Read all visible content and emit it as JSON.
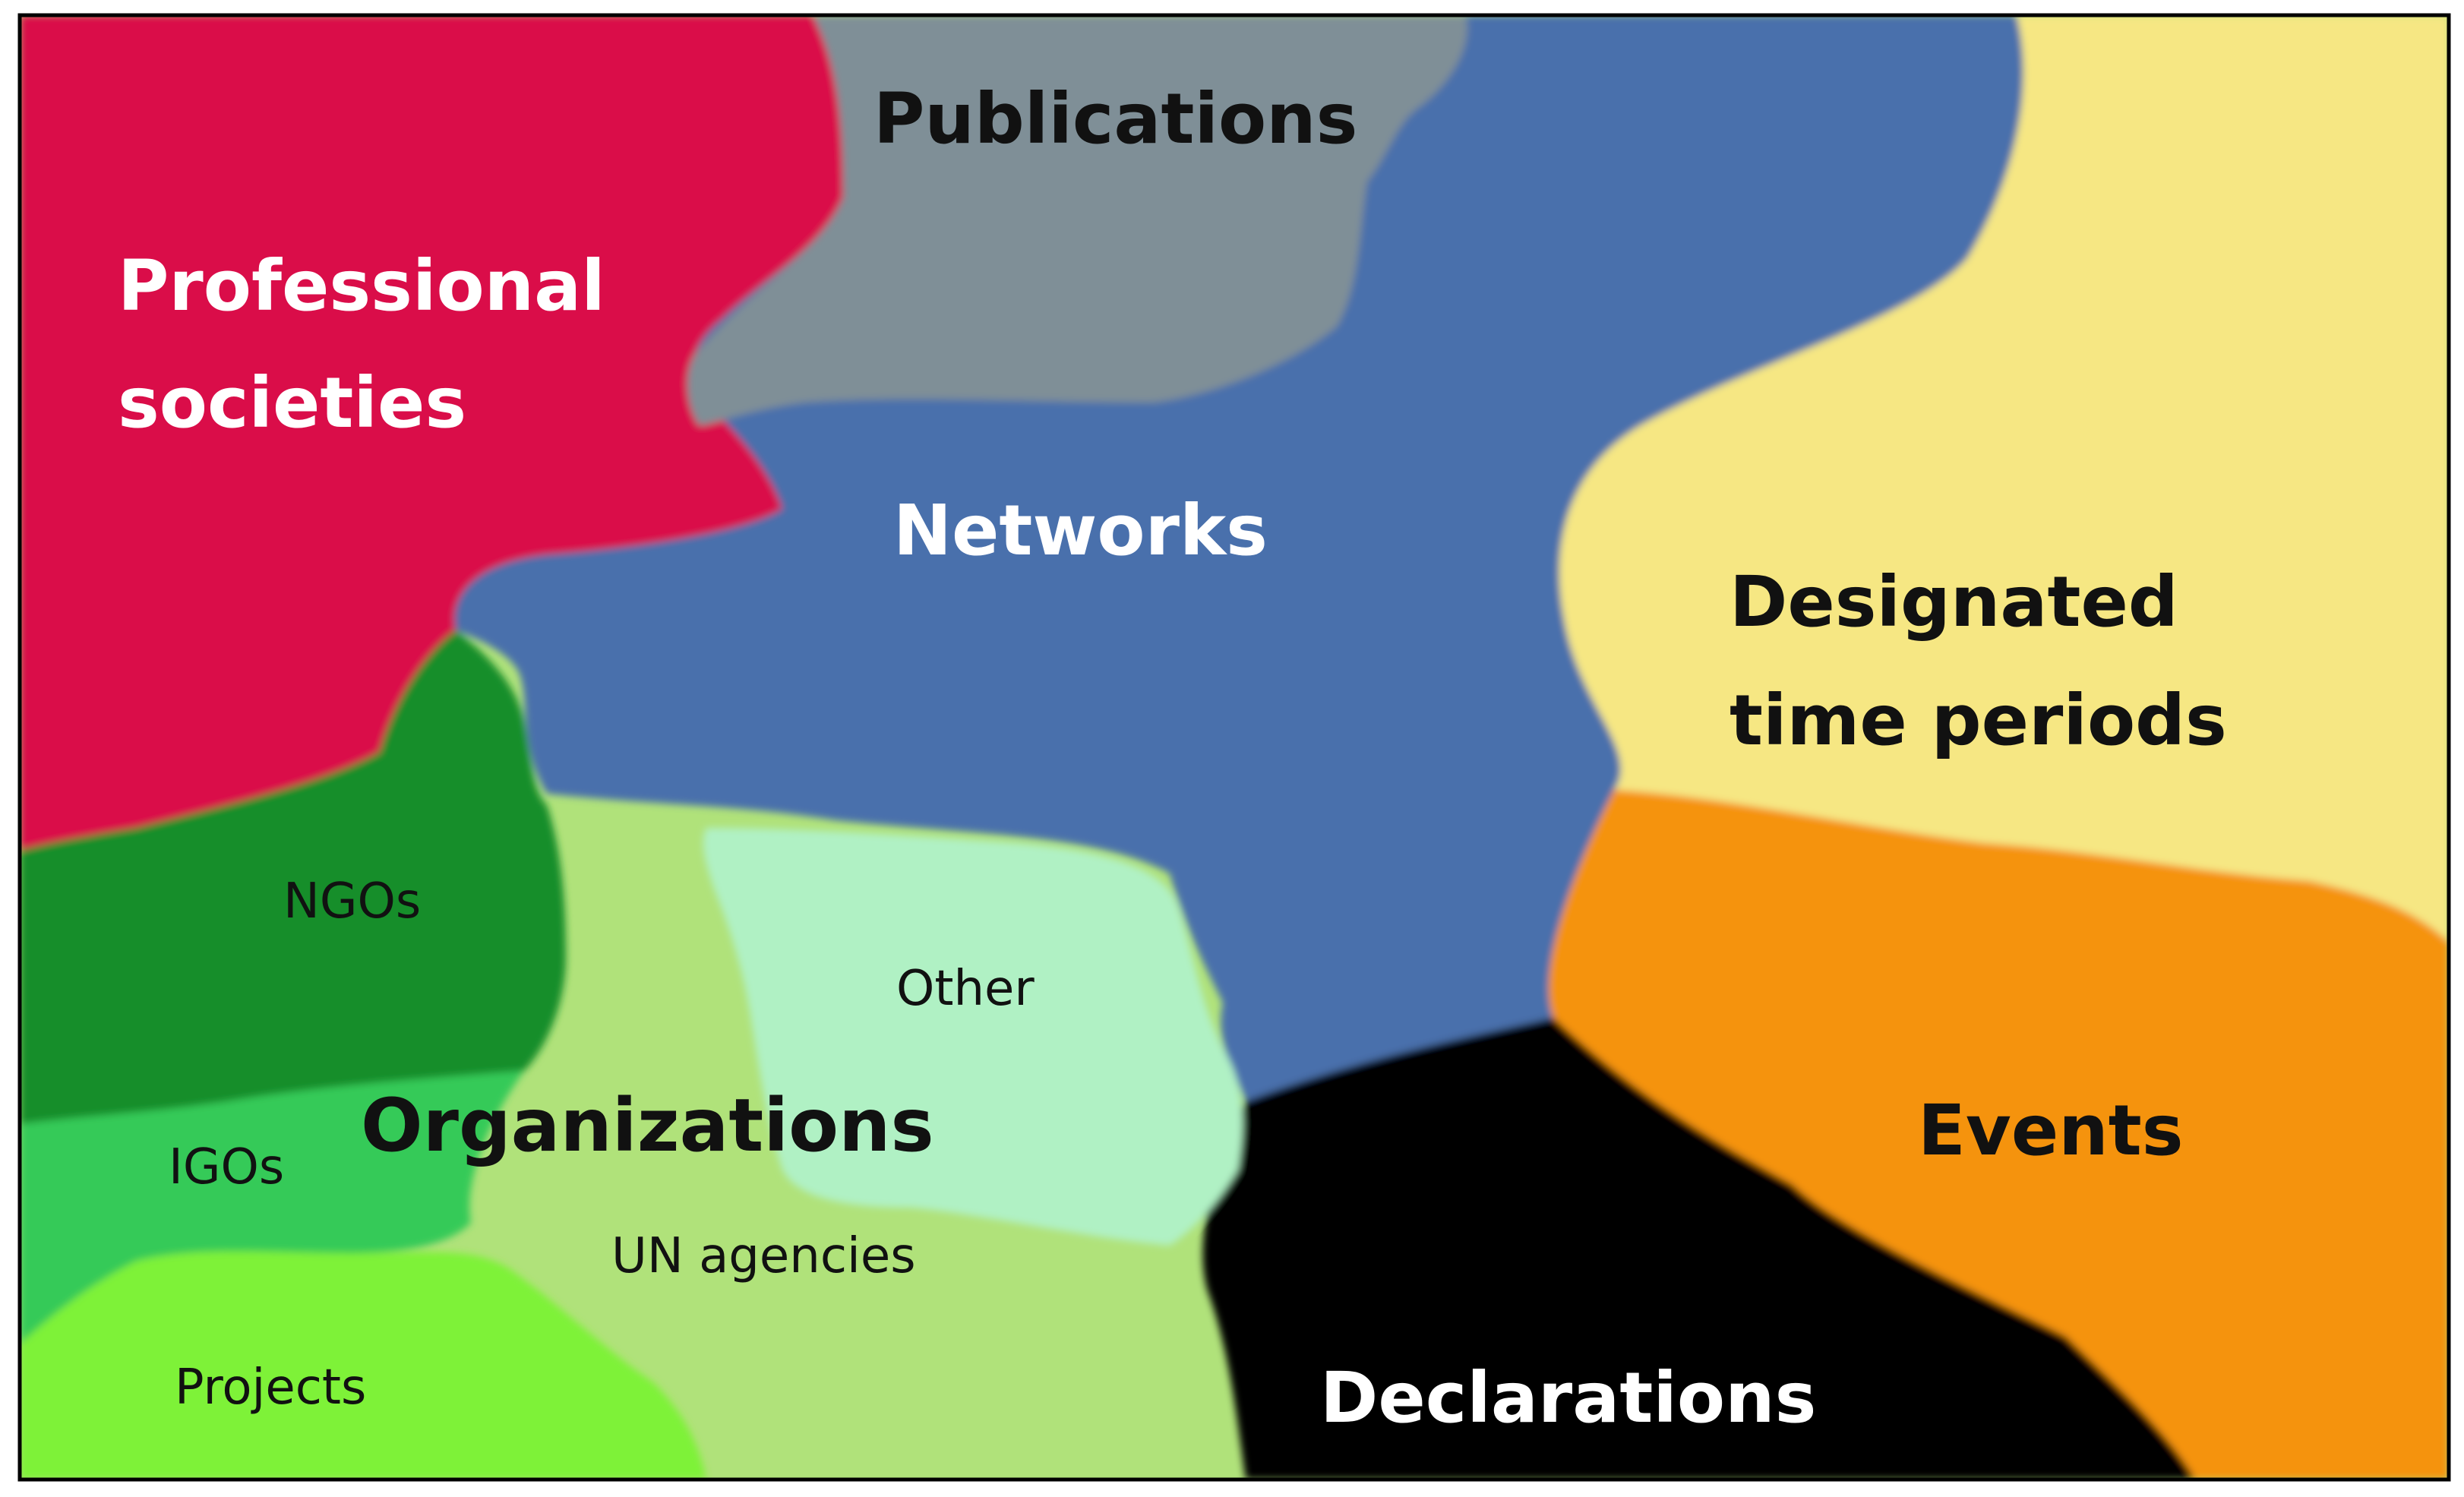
{
  "colors": {
    "professional_societies": "#DA0E4A",
    "publications": "#7F8F97",
    "networks": "#4870AC",
    "designated_time_periods": "#F6E783",
    "events": "#F5930E",
    "declarations": "#000000",
    "organizations": "#B0E27A",
    "ngos": "#148E2C",
    "igos": "#35CA58",
    "projects": "#7EF239",
    "other": "#B0F1C4",
    "frame": "#000000"
  },
  "regions": {
    "professional_societies": {
      "line1": "Professional",
      "line2": "societies"
    },
    "publications": {
      "label": "Publications"
    },
    "networks": {
      "label": "Networks"
    },
    "designated_time_periods": {
      "line1": "Designated",
      "line2": "time periods"
    },
    "events": {
      "label": "Events"
    },
    "declarations": {
      "label": "Declarations"
    },
    "organizations": {
      "label": "Organizations"
    },
    "ngos": {
      "label": "NGOs"
    },
    "igos": {
      "label": "IGOs"
    },
    "projects": {
      "label": "Projects"
    },
    "other": {
      "label": "Other"
    },
    "un_agencies": {
      "label": "UN agencies"
    }
  }
}
